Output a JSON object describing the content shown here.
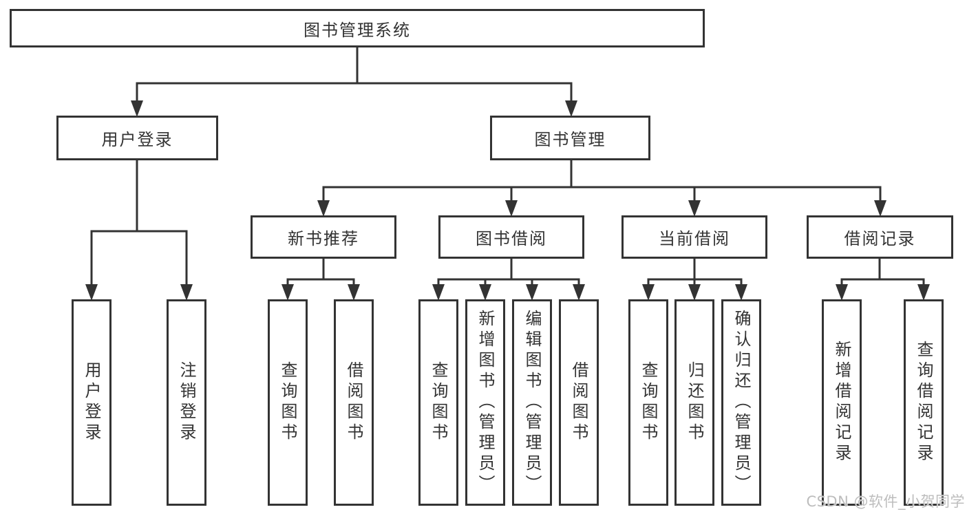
{
  "colors": {
    "line": "#333333",
    "box_border": "#333333",
    "text": "#333333",
    "watermark": "#bdbdbd",
    "background": "#ffffff"
  },
  "watermark": {
    "text": "CSDN @软件_小贺同学"
  },
  "tree": {
    "root": {
      "label": "图书管理系统"
    },
    "branches": [
      {
        "label": "用户登录",
        "children": [
          {
            "label": "用户登录"
          },
          {
            "label": "注销登录"
          }
        ]
      },
      {
        "label": "图书管理",
        "children": [
          {
            "label": "新书推荐",
            "children": [
              {
                "label": "查询图书"
              },
              {
                "label": "借阅图书"
              }
            ]
          },
          {
            "label": "图书借阅",
            "children": [
              {
                "label": "查询图书"
              },
              {
                "label": "新增图书（管理员）"
              },
              {
                "label": "编辑图书（管理员）"
              },
              {
                "label": "借阅图书"
              }
            ]
          },
          {
            "label": "当前借阅",
            "children": [
              {
                "label": "查询图书"
              },
              {
                "label": "归还图书"
              },
              {
                "label": "确认归还（管理员）"
              }
            ]
          },
          {
            "label": "借阅记录",
            "children": [
              {
                "label": "新增借阅记录"
              },
              {
                "label": "查询借阅记录"
              }
            ]
          }
        ]
      }
    ]
  }
}
